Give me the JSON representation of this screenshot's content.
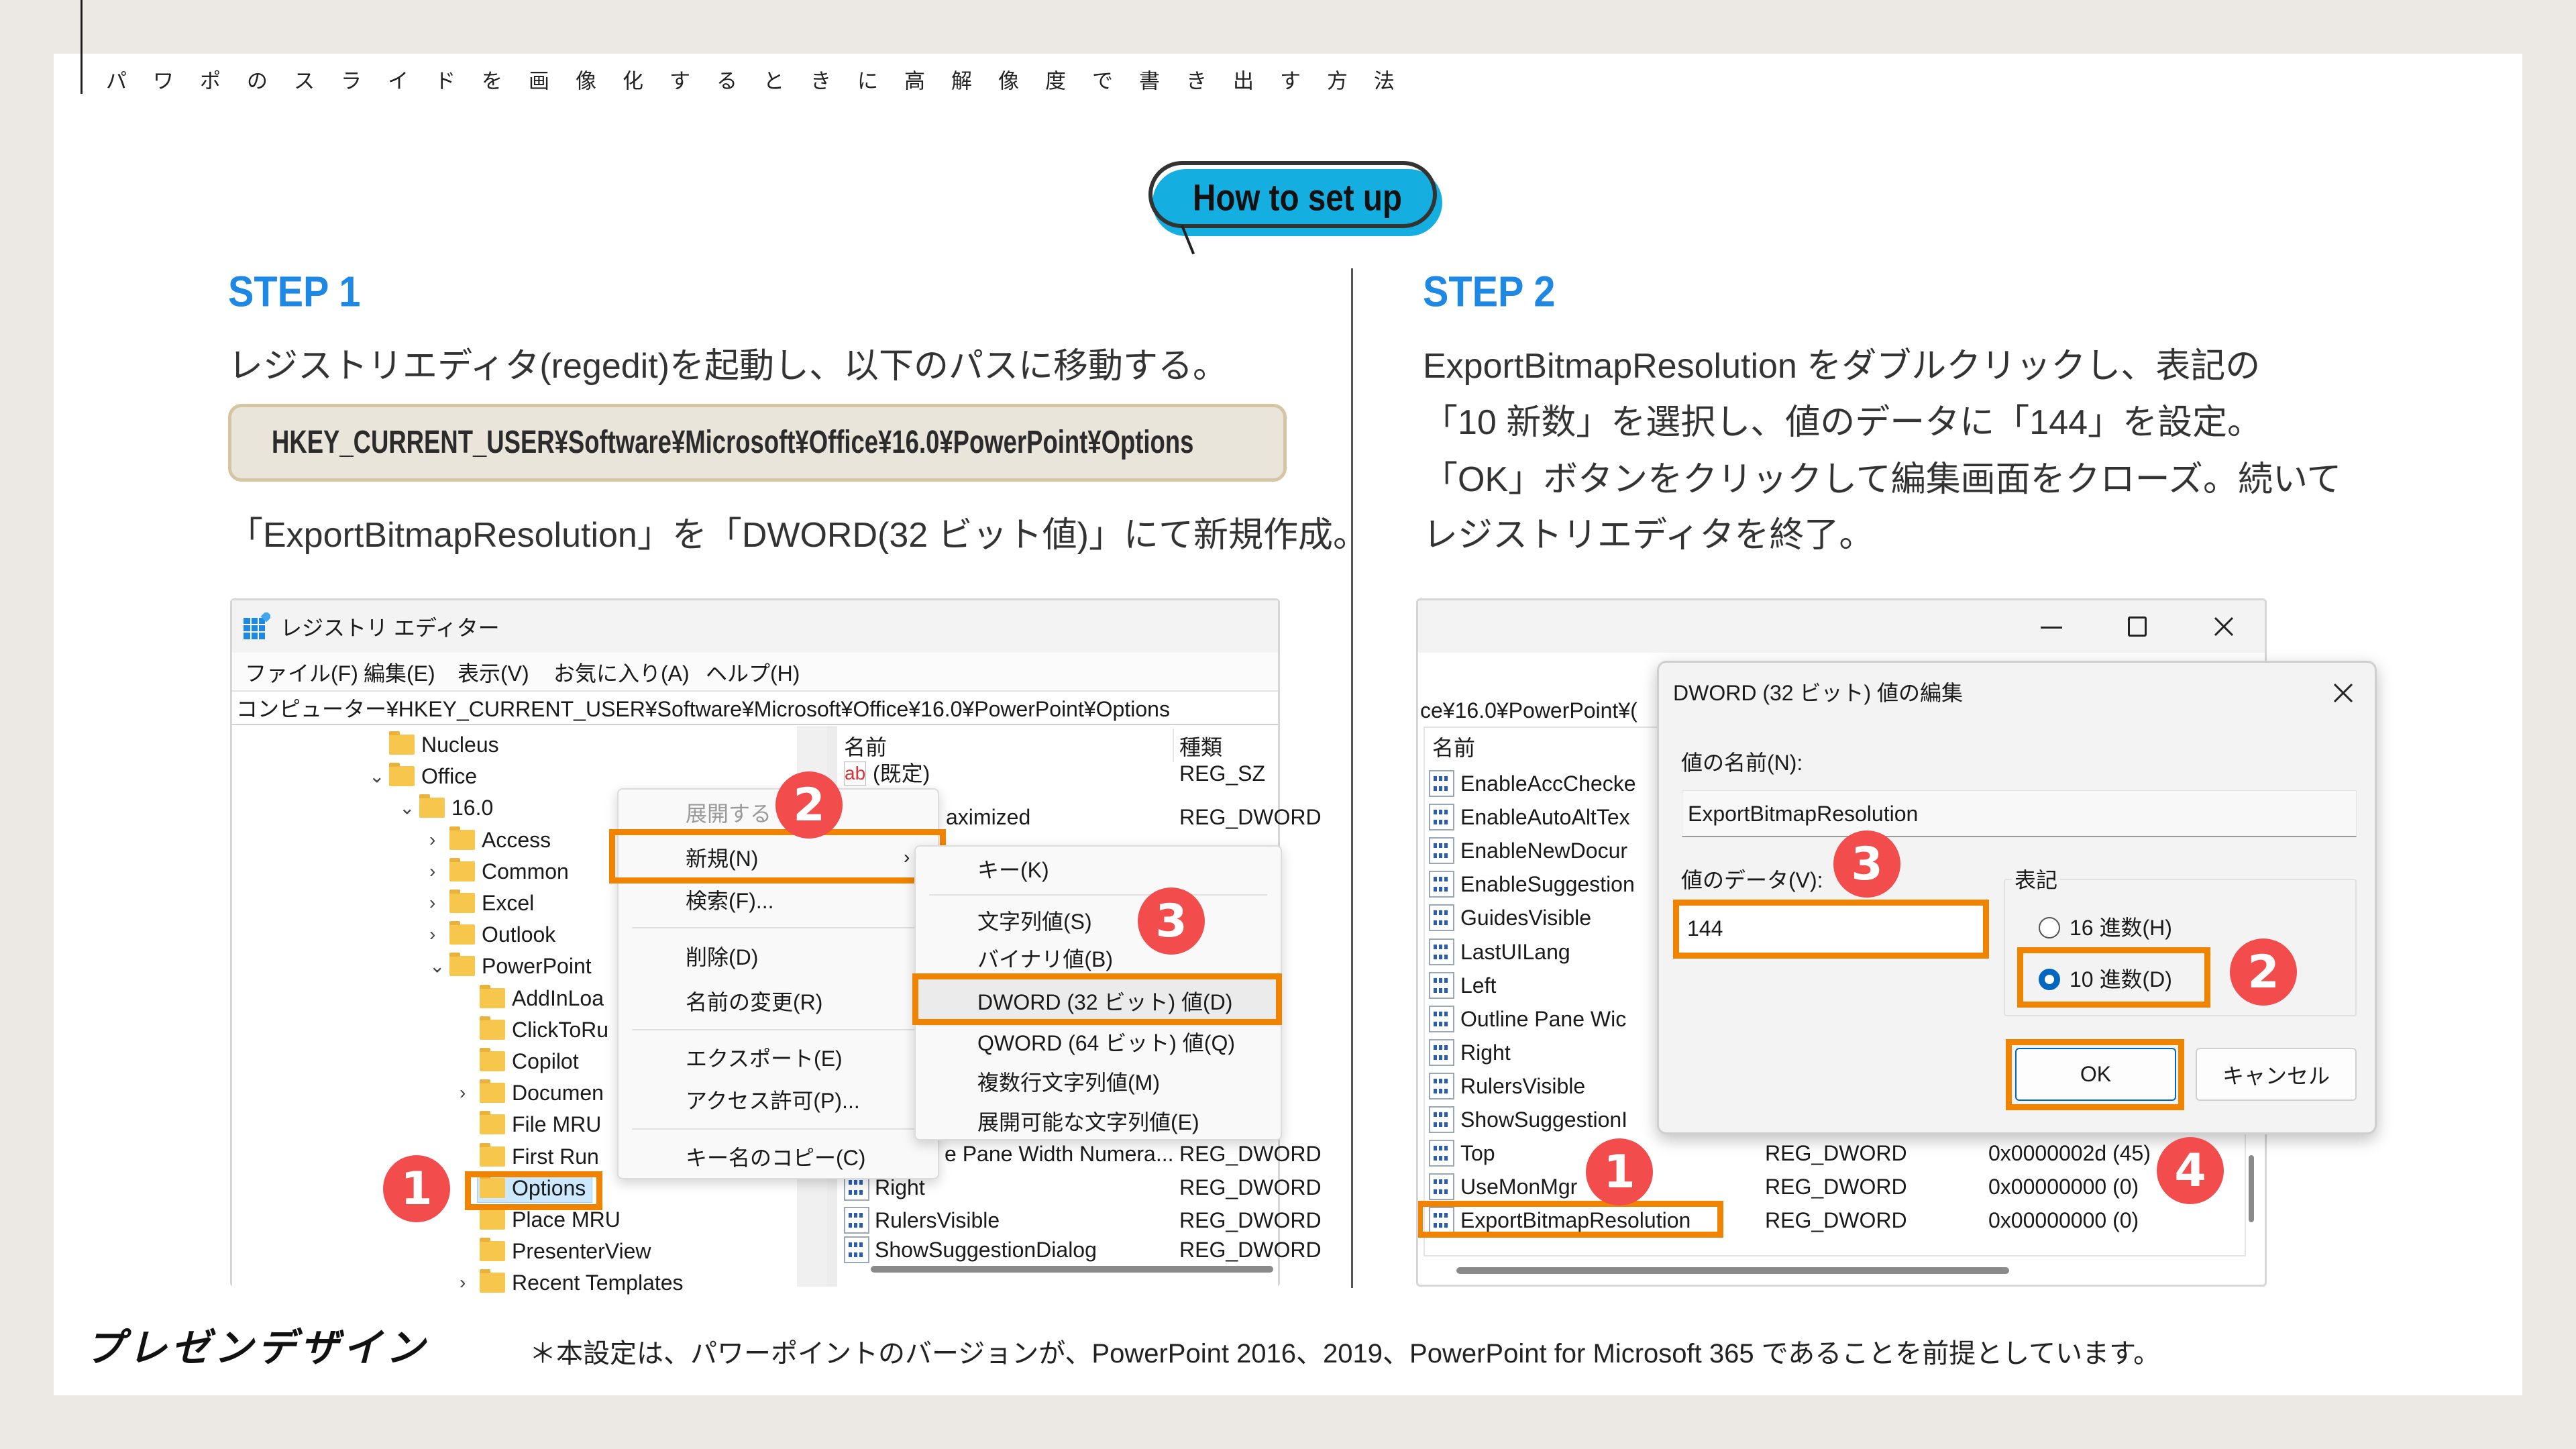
{
  "header": {
    "title": "パワポのスライドを画像化するときに高解像度で書き出す方法",
    "badge": "How to set up"
  },
  "step1": {
    "heading": "STEP 1",
    "text1": "レジストリエディタ(regedit)を起動し、以下のパスに移動する。",
    "path": "HKEY_CURRENT_USER¥Software¥Microsoft¥Office¥16.0¥PowerPoint¥Options",
    "text2": "「ExportBitmapResolution」を「DWORD(32 ビット値)」にて新規作成。"
  },
  "step2": {
    "heading": "STEP 2",
    "lines": [
      "ExportBitmapResolution をダブルクリックし、表記の",
      "「10 新数」を選択し、値のデータに「144」を設定。",
      "「OK」ボタンをクリックして編集画面をクローズ。続いて",
      "レジストリエディタを終了。"
    ]
  },
  "regedit": {
    "title": "レジストリ エディター",
    "menu": [
      "ファイル(F)",
      "編集(E)",
      "表示(V)",
      "お気に入り(A)",
      "ヘルプ(H)"
    ],
    "address": "コンピューター¥HKEY_CURRENT_USER¥Software¥Microsoft¥Office¥16.0¥PowerPoint¥Options",
    "tree": [
      {
        "label": "Nucleus",
        "depth": 0,
        "exp": ""
      },
      {
        "label": "Office",
        "depth": 0,
        "exp": "v"
      },
      {
        "label": "16.0",
        "depth": 1,
        "exp": "v"
      },
      {
        "label": "Access",
        "depth": 2,
        "exp": ">"
      },
      {
        "label": "Common",
        "depth": 2,
        "exp": ">"
      },
      {
        "label": "Excel",
        "depth": 2,
        "exp": ">"
      },
      {
        "label": "Outlook",
        "depth": 2,
        "exp": ">"
      },
      {
        "label": "PowerPoint",
        "depth": 2,
        "exp": "v"
      },
      {
        "label": "AddInLoa",
        "depth": 3,
        "exp": ""
      },
      {
        "label": "ClickToRu",
        "depth": 3,
        "exp": ""
      },
      {
        "label": "Copilot",
        "depth": 3,
        "exp": ""
      },
      {
        "label": "Documen",
        "depth": 3,
        "exp": ">"
      },
      {
        "label": "File MRU",
        "depth": 3,
        "exp": ""
      },
      {
        "label": "First Run",
        "depth": 3,
        "exp": ""
      },
      {
        "label": "Options",
        "depth": 3,
        "exp": "",
        "selected": true
      },
      {
        "label": "Place MRU",
        "depth": 3,
        "exp": ""
      },
      {
        "label": "PresenterView",
        "depth": 3,
        "exp": ""
      },
      {
        "label": "Recent Templates",
        "depth": 3,
        "exp": ">"
      }
    ],
    "list_header": {
      "name": "名前",
      "type": "種類"
    },
    "list": [
      {
        "name": "(既定)",
        "type": "REG_SZ",
        "icon": "ab"
      },
      {
        "name": "aximized",
        "type": "REG_DWORD",
        "icon": ""
      },
      {
        "name": "e Pane Width Numera...",
        "type": "REG_DWORD",
        "icon": ""
      },
      {
        "name": "Right",
        "type": "REG_DWORD",
        "icon": "dword"
      },
      {
        "name": "RulersVisible",
        "type": "REG_DWORD",
        "icon": "dword"
      },
      {
        "name": "ShowSuggestionDialog",
        "type": "REG_DWORD",
        "icon": "dword"
      }
    ],
    "context_menu": [
      "展開する",
      "新規(N)",
      "検索(F)...",
      "削除(D)",
      "名前の変更(R)",
      "エクスポート(E)",
      "アクセス許可(P)...",
      "キー名のコピー(C)"
    ],
    "submenu": [
      "キー(K)",
      "文字列値(S)",
      "バイナリ値(B)",
      "DWORD (32 ビット) 値(D)",
      "QWORD (64 ビット) 値(Q)",
      "複数行文字列値(M)",
      "展開可能な文字列値(E)"
    ],
    "badges": [
      "1",
      "2",
      "3"
    ]
  },
  "window2": {
    "address": "ce¥16.0¥PowerPoint¥(",
    "list_header": "名前",
    "rows": [
      {
        "name": "EnableAccChecke",
        "type": "",
        "value": ""
      },
      {
        "name": "EnableAutoAltTex",
        "type": "",
        "value": ""
      },
      {
        "name": "EnableNewDocur",
        "type": "",
        "value": ""
      },
      {
        "name": "EnableSuggestion",
        "type": "",
        "value": ""
      },
      {
        "name": "GuidesVisible",
        "type": "",
        "value": ""
      },
      {
        "name": "LastUILang",
        "type": "",
        "value": ""
      },
      {
        "name": "Left",
        "type": "",
        "value": ""
      },
      {
        "name": "Outline Pane Wic",
        "type": "",
        "value": ""
      },
      {
        "name": "Right",
        "type": "",
        "value": ""
      },
      {
        "name": "RulersVisible",
        "type": "",
        "value": ""
      },
      {
        "name": "ShowSuggestionI",
        "type": "",
        "value": ""
      },
      {
        "name": "Top",
        "type": "REG_DWORD",
        "value": "0x0000002d (45)"
      },
      {
        "name": "UseMonMgr",
        "type": "REG_DWORD",
        "value": "0x00000000 (0)"
      },
      {
        "name": "ExportBitmapResolution",
        "type": "REG_DWORD",
        "value": "0x00000000 (0)"
      }
    ],
    "badges": [
      "1",
      "4"
    ]
  },
  "dialog": {
    "title": "DWORD (32 ビット) 値の編集",
    "name_label": "値の名前(N):",
    "name_value": "ExportBitmapResolution",
    "data_label": "値のデータ(V):",
    "data_value": "144",
    "base_label": "表記",
    "hex_label": "16 進数(H)",
    "dec_label": "10 進数(D)",
    "selected_base": "dec",
    "ok": "OK",
    "cancel": "キャンセル",
    "badges": [
      "3",
      "2"
    ]
  },
  "footer": {
    "logo": "プレゼンデザイン",
    "note": "＊本設定は、パワーポイントのバージョンが、PowerPoint 2016、2019、PowerPoint for Microsoft 365 であることを前提としています。"
  },
  "colors": {
    "accent": "#1e88e5",
    "highlight": "#f08300",
    "badge": "#f24c4c",
    "pill": "#14afe0"
  }
}
